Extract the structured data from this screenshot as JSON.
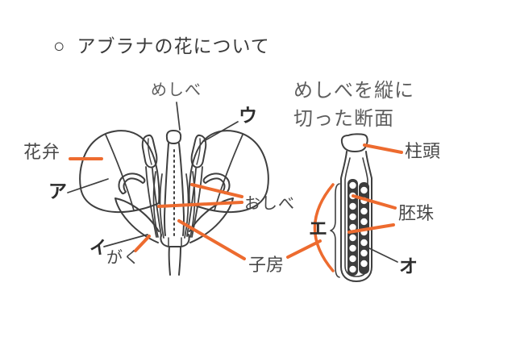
{
  "title": {
    "bullet": "○",
    "text": "アブラナの花について"
  },
  "flower": {
    "label_meshibe": "めしべ",
    "label_u": "ウ",
    "label_kaben": "花弁",
    "label_a": "ア",
    "label_oshibe": "おしべ",
    "label_i": "イ",
    "label_gaku": "がく",
    "label_shibou": "子房"
  },
  "section": {
    "title_line1": "めしべを縦に",
    "title_line2": "切った断面",
    "label_chuto": "柱頭",
    "label_haishu": "胚珠",
    "label_e": "エ",
    "label_o": "オ"
  },
  "colors": {
    "accent_orange": "#ED6B2F",
    "ink": "#3f3f3f",
    "text": "#474747"
  }
}
